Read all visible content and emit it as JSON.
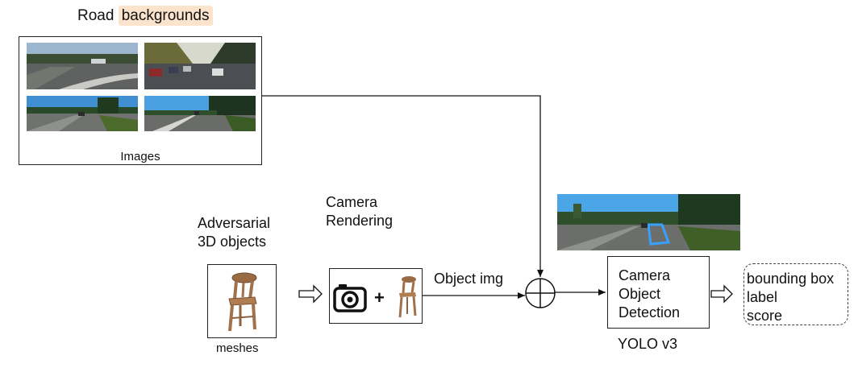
{
  "title": {
    "prefix": "Road",
    "highlight": "backgrounds"
  },
  "images_box": {
    "caption": "Images"
  },
  "adversarial": {
    "line1": "Adversarial",
    "line2": "3D objects",
    "caption": "meshes"
  },
  "rendering": {
    "line1": "Camera",
    "line2": "Rendering",
    "plus": "+"
  },
  "object_img": "Object img",
  "detection": {
    "line1": "Camera",
    "line2": "Object",
    "line3": "Detection",
    "caption": "YOLO v3"
  },
  "outputs": [
    "bounding box",
    "label",
    "score"
  ],
  "colors": {
    "highlight": "#fbe3cc",
    "stroke": "#222222",
    "chair": "#a0714a",
    "detect_box": "#3aa0ff"
  },
  "icons": [
    "camera-icon",
    "chair-icon",
    "hollow-right-arrow-icon",
    "circled-plus-icon"
  ]
}
